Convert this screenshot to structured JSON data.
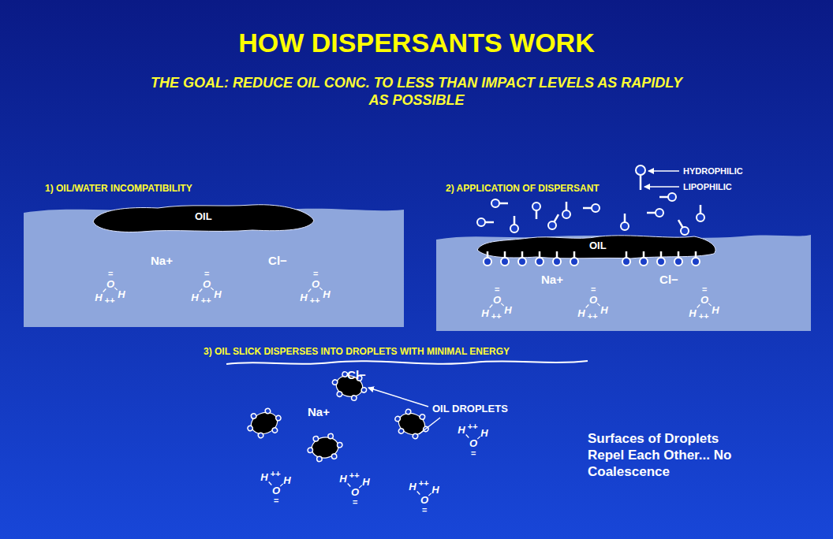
{
  "diagram": {
    "title": "HOW DISPERSANTS WORK",
    "nodes": [
      {
        "text": [
          "1) OIL/WATER INCOMPATIBILITY"
        ]
      },
      {
        "text": [
          "OIL"
        ],
        "in": 0
      },
      {
        "text": [
          "2) APPLICATION OF DISPERSANT"
        ]
      },
      {
        "text": [
          "OIL"
        ],
        "in": 2
      }
    ],
    "labels": [
      "THE GOAL: REDUCE OIL CONC. TO LESS THAN IMPACT LEVELS AS RAPIDLY AS POSSIBLE",
      "HYDROPHILIC",
      "LIPOPHILIC",
      "Na+",
      "Cl−",
      "Na+",
      "Cl−",
      "3) OIL SLICK DISPERSES INTO DROPLETS WITH MINIMAL ENERGY",
      "Cl−",
      "Na+",
      "OIL DROPLETS",
      "Surfaces of Droplets Repel Each Other... No Coalescence",
      "=",
      "O",
      "H",
      "++",
      "H",
      "=",
      "O",
      "H",
      "++",
      "H",
      "=",
      "O",
      "H",
      "++",
      "H",
      "=",
      "O",
      "H",
      "++",
      "H",
      "=",
      "O",
      "H",
      "++",
      "H",
      "=",
      "O",
      "H",
      "++",
      "H",
      "=",
      "O",
      "H",
      "++",
      "H",
      "=",
      "O",
      "H",
      "++",
      "H",
      "=",
      "O",
      "H",
      "++",
      "H",
      "=",
      "O",
      "H",
      "++",
      "H"
    ]
  }
}
